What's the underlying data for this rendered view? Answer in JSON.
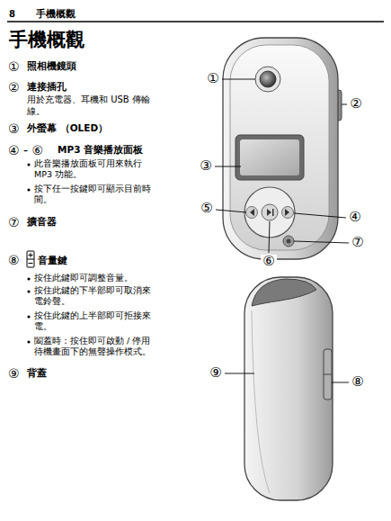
{
  "diagram": {
    "title": "手機概觀",
    "labels": [
      "8",
      "手機概觀",
      "①",
      "照相機鏡頭",
      "②",
      "連接插孔",
      "用於充電器、耳機和 USB 傳輸線。",
      "③",
      "外螢幕 （OLED）",
      "④ - ⑥",
      "MP3 音樂播放面板",
      "此音樂播放面板可用來執行 MP3 功能。",
      "按下任一按鍵即可顯示目前時間。",
      "⑦",
      "擴音器",
      "⑧",
      "音量鍵",
      "按住此鍵即可調整音量。",
      "按住此鍵的下半部即可取消來電鈴聲。",
      "按住此鍵的上半部即可拒接來電。",
      "闔蓋時：按住即可啟動 / 停用待機畫面下的無聲操作模式。",
      "⑨",
      "背蓋",
      "①",
      "②",
      "③",
      "⑤",
      "④",
      "⑦",
      "⑥",
      "⑧",
      "⑨"
    ]
  }
}
